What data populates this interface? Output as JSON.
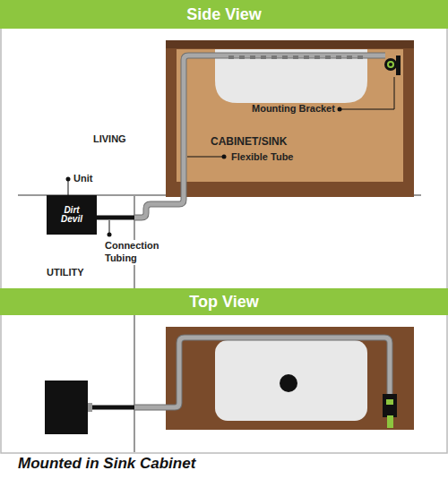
{
  "diagram": {
    "caption": "Mounted in Sink Cabinet",
    "nodes": [
      {
        "text": [
          "Side View"
        ]
      },
      {
        "text": [
          "CABINET/SINK"
        ]
      },
      {
        "text": [
          "Dirt Devil"
        ]
      },
      {
        "text": [
          "Top View"
        ]
      }
    ],
    "labels": [
      "LIVING",
      "Unit",
      "Mounting Bracket",
      "Flexible Tube",
      "Connection Tubing",
      "UTILITY"
    ]
  }
}
